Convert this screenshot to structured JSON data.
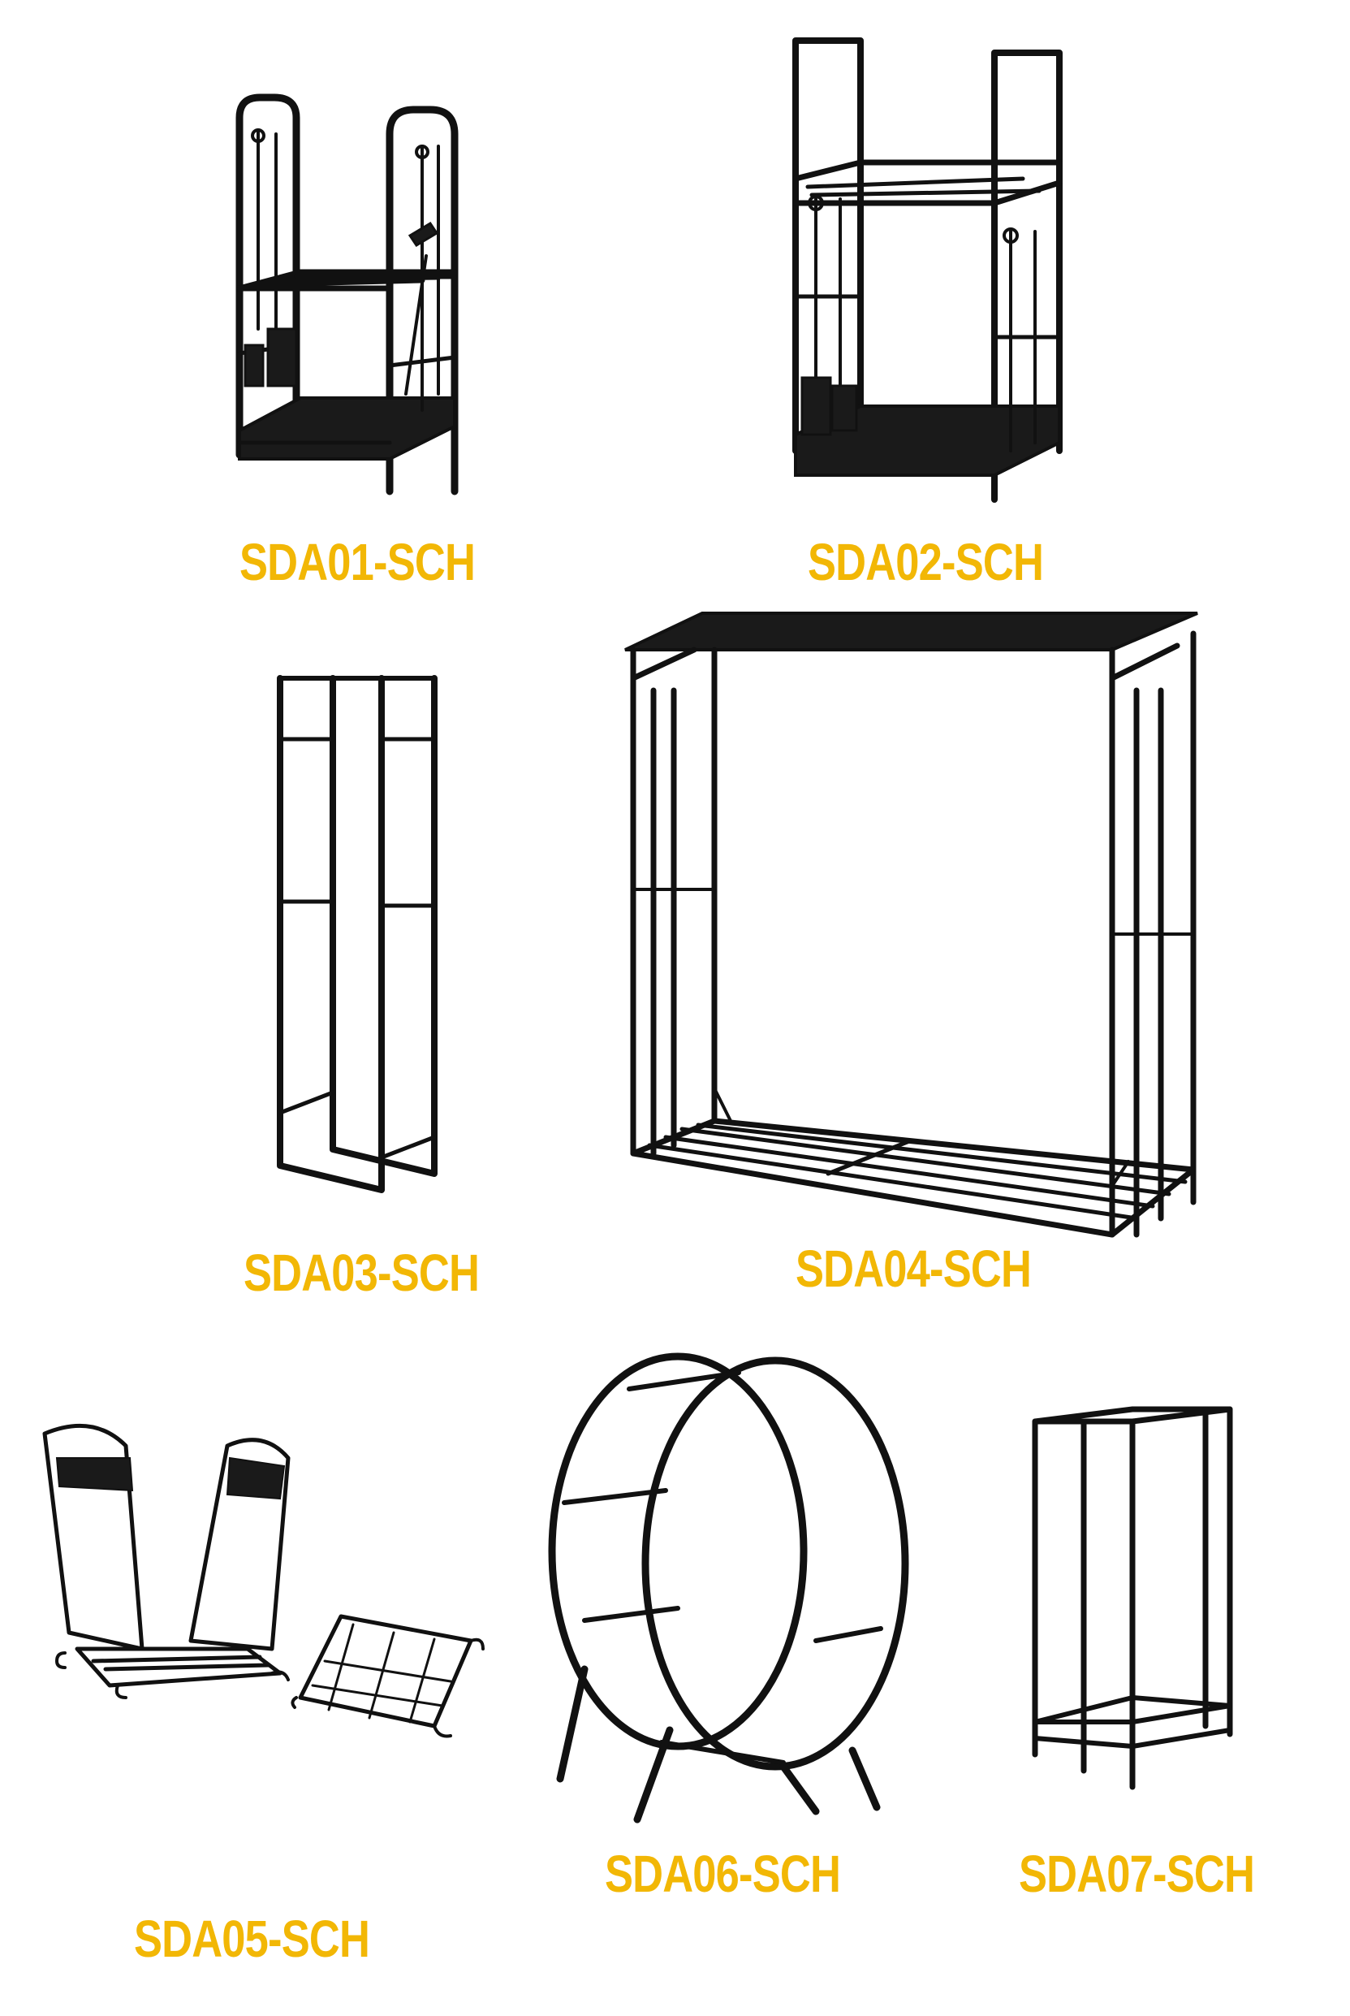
{
  "colors": {
    "label": "#F2B705",
    "frame": "#111111",
    "background": "#FFFFFF"
  },
  "products": [
    {
      "id": "rack-1",
      "label": "SDA01-SCH"
    },
    {
      "id": "rack-2",
      "label": "SDA02-SCH"
    },
    {
      "id": "rack-3",
      "label": "SDA03-SCH"
    },
    {
      "id": "rack-4",
      "label": "SDA04-SCH"
    },
    {
      "id": "rack-5",
      "label": "SDA05-SCH"
    },
    {
      "id": "rack-6",
      "label": "SDA06-SCH"
    },
    {
      "id": "rack-7",
      "label": "SDA07-SCH"
    }
  ]
}
